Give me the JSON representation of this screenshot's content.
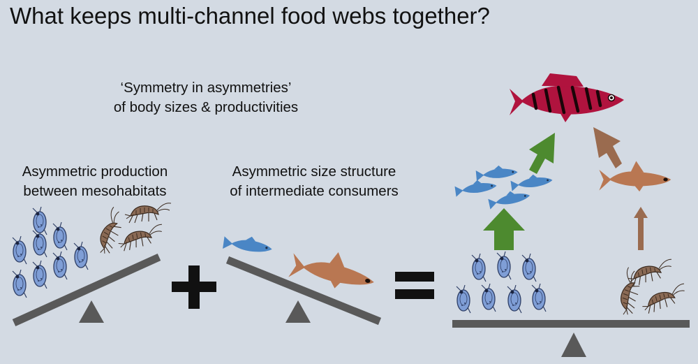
{
  "title": "What keeps multi-channel food webs together?",
  "subtitle": {
    "line1": "‘Symmetry in asymmetries’",
    "line2": "of body sizes & productivities"
  },
  "labels": {
    "production_line1": "Asymmetric production",
    "production_line2": "between mesohabitats",
    "size_line1": "Asymmetric size structure",
    "size_line2": "of intermediate consumers"
  },
  "operators": {
    "plus": "+",
    "equals": "="
  },
  "colors": {
    "background": "#d3dae3",
    "beam": "#595959",
    "zooplankton": "#7f9ed6",
    "amphipod": "#8a6a55",
    "small_fish": "#4a86c5",
    "large_fish": "#b97752",
    "predator": "#b0133e",
    "green_arrow": "#4d8a2f",
    "brown_arrow": "#9a6b4f"
  },
  "icons": [
    "zooplankton-icon",
    "amphipod-icon",
    "blue-fish-icon",
    "brown-fish-icon",
    "predator-fish-icon",
    "seesaw-fulcrum-icon",
    "arrow-up-icon"
  ]
}
